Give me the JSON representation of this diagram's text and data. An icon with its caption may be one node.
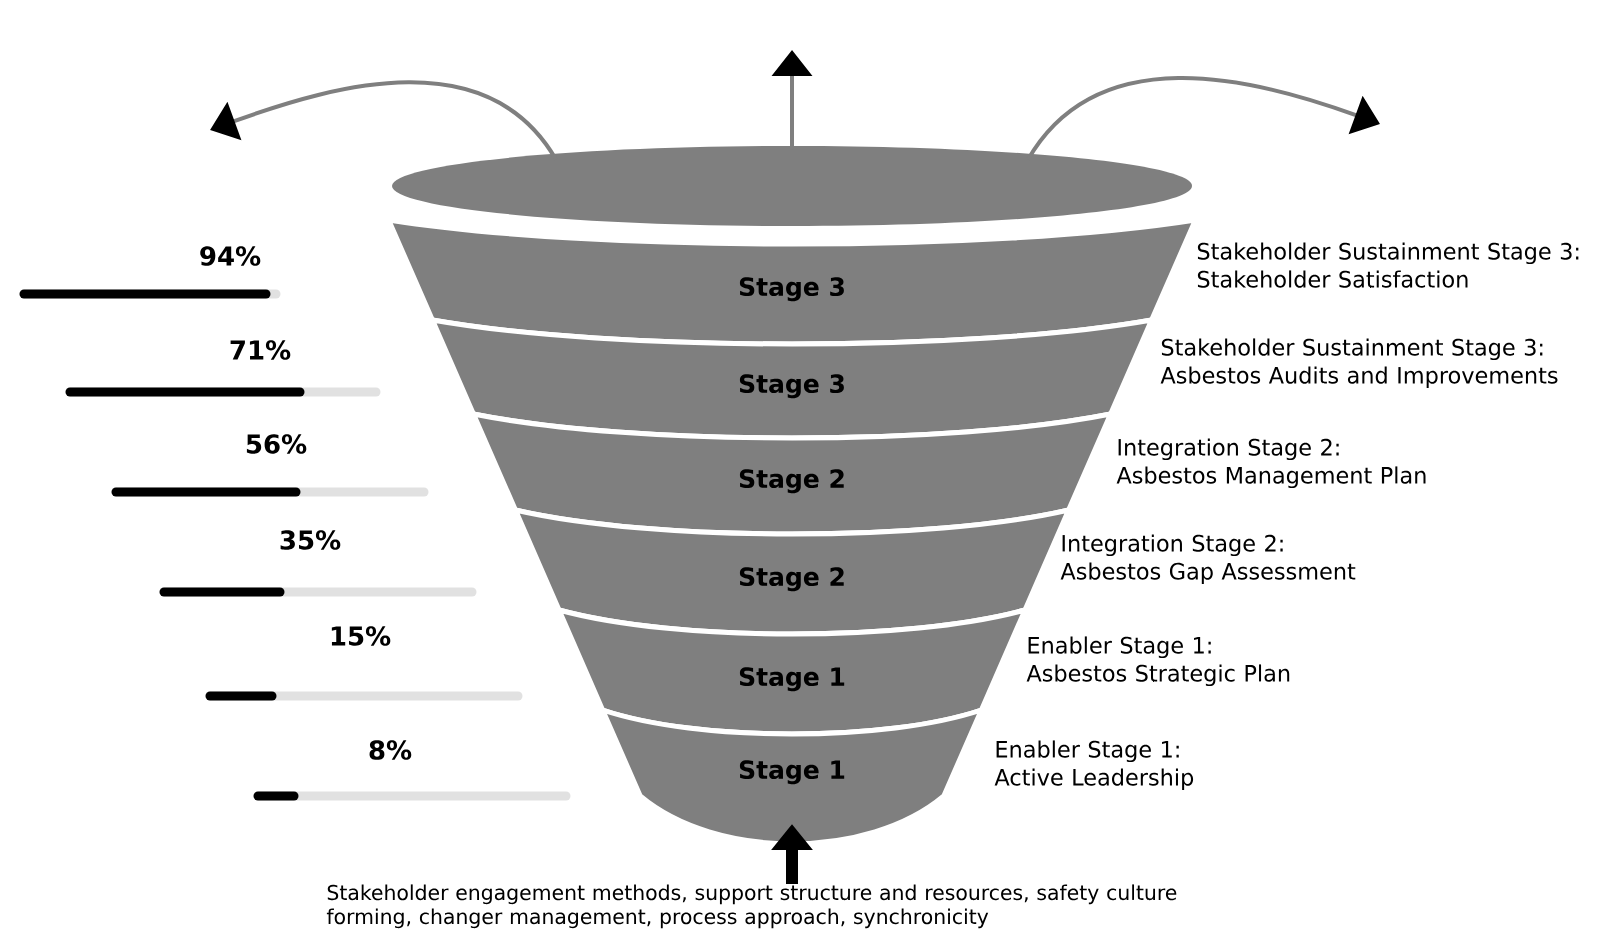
{
  "diagram": {
    "nodes": [
      {
        "text": [],
        "shape": "ellipse"
      },
      {
        "text": [
          "Stage 3"
        ],
        "beside": [
          "Stakeholder Sustainment Stage 3: Stakeholder Satisfaction"
        ]
      },
      {
        "text": [
          "Stage 3"
        ],
        "beside": [
          "Stakeholder Sustainment Stage 3: Asbestos Audits and Improvements"
        ]
      },
      {
        "text": [
          "Stage 2"
        ],
        "beside": [
          "Integration Stage 2: Asbestos Management Plan"
        ]
      },
      {
        "text": [
          "Stage 2"
        ],
        "beside": [
          "Integration Stage 2: Asbestos Gap Assessment"
        ]
      },
      {
        "text": [
          "Stage 1"
        ],
        "beside": [
          "Enabler Stage 1: Asbestos Strategic Plan"
        ]
      },
      {
        "text": [
          "Stage 1"
        ],
        "beside": [
          "Enabler Stage 1: Active Leadership"
        ]
      },
      {
        "text": [
          "Stakeholder engagement methods, support structure and resources, safety culture forming, changer management, process approach, synchronicity"
        ]
      }
    ],
    "edges": [
      {
        "from": 0,
        "to": null,
        "arrow": "to"
      },
      {
        "from": 0,
        "to": null,
        "arrow": "to"
      },
      {
        "from": 0,
        "to": null,
        "arrow": "to"
      },
      {
        "from": 7,
        "to": 6,
        "arrow": "to",
        "style": "thick",
        "color": "#000000"
      }
    ],
    "labels": [
      "94%",
      "71%",
      "56%",
      "35%",
      "15%",
      "8%"
    ]
  }
}
